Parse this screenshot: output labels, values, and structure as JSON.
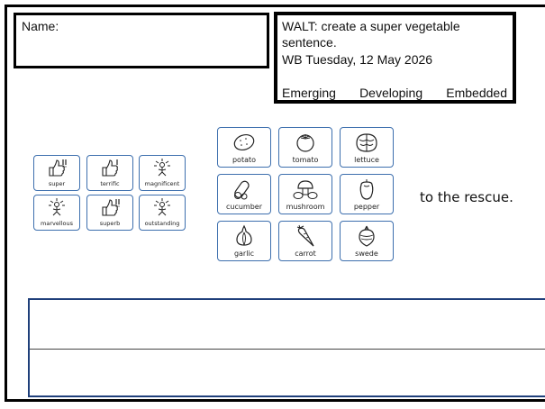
{
  "name_box": {
    "label": "Name:"
  },
  "walt": {
    "objective": "WALT: create a super vegetable sentence.",
    "date": "WB Tuesday, 12 May 2026",
    "levels": [
      "Emerging",
      "Developing",
      "Embedded"
    ]
  },
  "adjectives": [
    {
      "label": "super",
      "icon": "thumbs-up-icon"
    },
    {
      "label": "terrific",
      "icon": "thumbs-up-icon"
    },
    {
      "label": "magnificent",
      "icon": "sparkle-icon"
    },
    {
      "label": "marvellous",
      "icon": "sparkle-icon"
    },
    {
      "label": "superb",
      "icon": "thumbs-up-icon"
    },
    {
      "label": "outstanding",
      "icon": "sparkle-icon"
    }
  ],
  "vegetables": [
    {
      "label": "potato",
      "icon": "potato-icon"
    },
    {
      "label": "tomato",
      "icon": "tomato-icon"
    },
    {
      "label": "lettuce",
      "icon": "lettuce-icon"
    },
    {
      "label": "cucumber",
      "icon": "cucumber-icon"
    },
    {
      "label": "mushroom",
      "icon": "mushroom-icon"
    },
    {
      "label": "pepper",
      "icon": "pepper-icon"
    },
    {
      "label": "garlic",
      "icon": "garlic-icon"
    },
    {
      "label": "carrot",
      "icon": "carrot-icon"
    },
    {
      "label": "swede",
      "icon": "swede-icon"
    }
  ],
  "sentence_end": "to the rescue.",
  "colors": {
    "card_border": "#3d6fae",
    "writing_box_border": "#1f3f7a"
  }
}
